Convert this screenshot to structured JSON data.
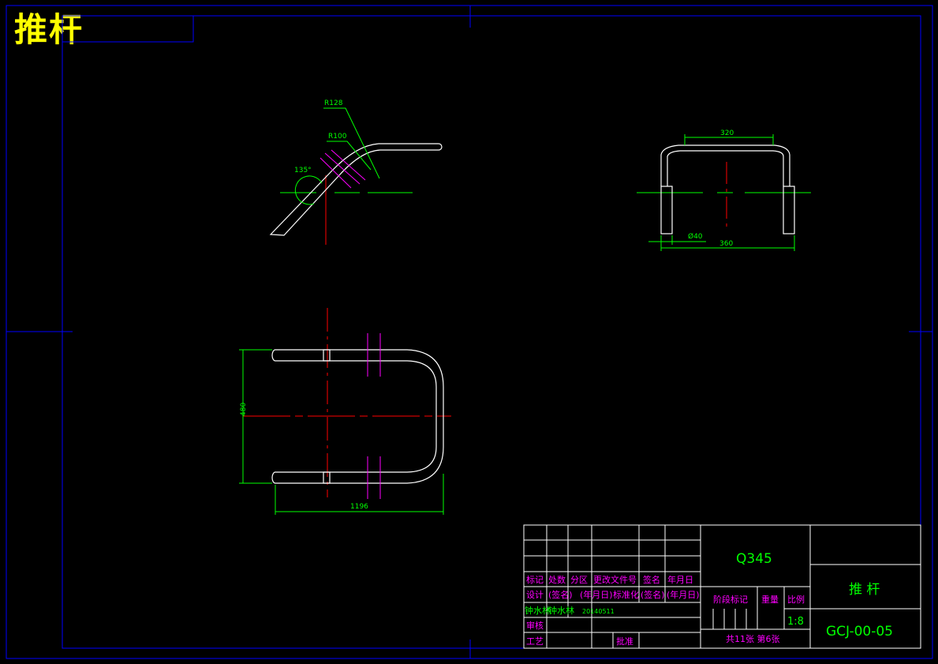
{
  "corner_title": "推杆",
  "colors": {
    "background": "#000000",
    "frame": "#0000ff",
    "outline": "#ffffff",
    "centerline": "#ff0000",
    "dimension": "#00ff00",
    "hatch": "#ff00ff",
    "table_text_magenta": "#ff00ff",
    "table_text_green": "#00ff00"
  },
  "views": {
    "side": {
      "radius_outer": "R128",
      "radius_inner": "R100",
      "angle": "135°"
    },
    "end": {
      "width_top": "320",
      "diameter": "Ø40",
      "width_bottom": "360"
    },
    "plan": {
      "height": "480",
      "length": "1196"
    }
  },
  "title_block": {
    "material": "Q345",
    "part_name": "推 杆",
    "drawing_number": "GCJ-00-05",
    "scale_label": "比例",
    "scale_value": "1:8",
    "weight_label": "重量",
    "stage_label": "阶段标记",
    "sheets": "共11张 第6张",
    "rev_headers": [
      "标记",
      "处数",
      "分区",
      "更改文件号",
      "签名",
      "年月日"
    ],
    "design_row": [
      "设计",
      "(签名)",
      "(年月日)",
      "标准化",
      "(签名)",
      "(年月日)"
    ],
    "designer": "钟水林",
    "drafter": "钟水林",
    "date": "20140511",
    "review": "审核",
    "process": "工艺",
    "approve": "批准"
  }
}
